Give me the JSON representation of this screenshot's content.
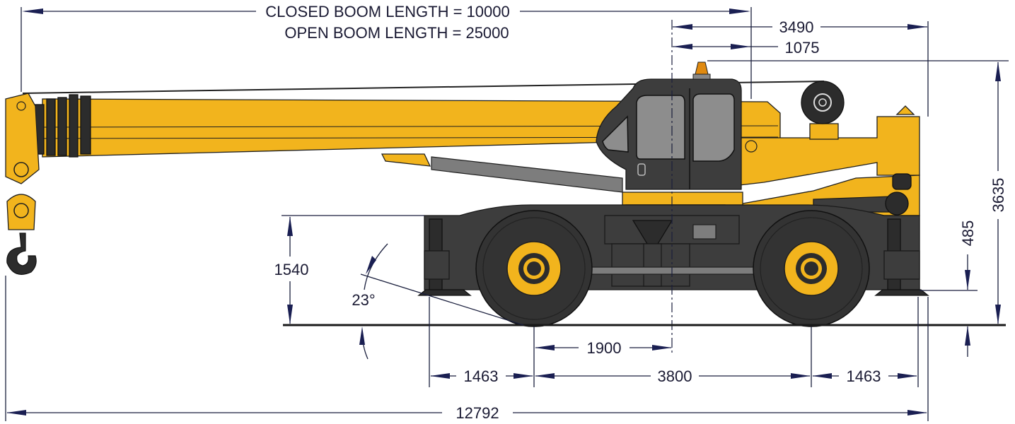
{
  "dimensions": {
    "closed_boom": "CLOSED BOOM LENGTH = 10000",
    "open_boom": "OPEN BOOM LENGTH = 25000",
    "d3490": "3490",
    "d1075": "1075",
    "d3635": "3635",
    "d485": "485",
    "d1540": "1540",
    "angle": "23°",
    "d1900": "1900",
    "d1463_left": "1463",
    "d3800": "3800",
    "d1463_right": "1463",
    "d12792": "12792"
  },
  "colors": {
    "body_yellow": "#f2b41d",
    "chassis_dark": "#3d3d3d",
    "dimension_line": "#1a1f3d",
    "beacon_orange": "#e08a10"
  }
}
